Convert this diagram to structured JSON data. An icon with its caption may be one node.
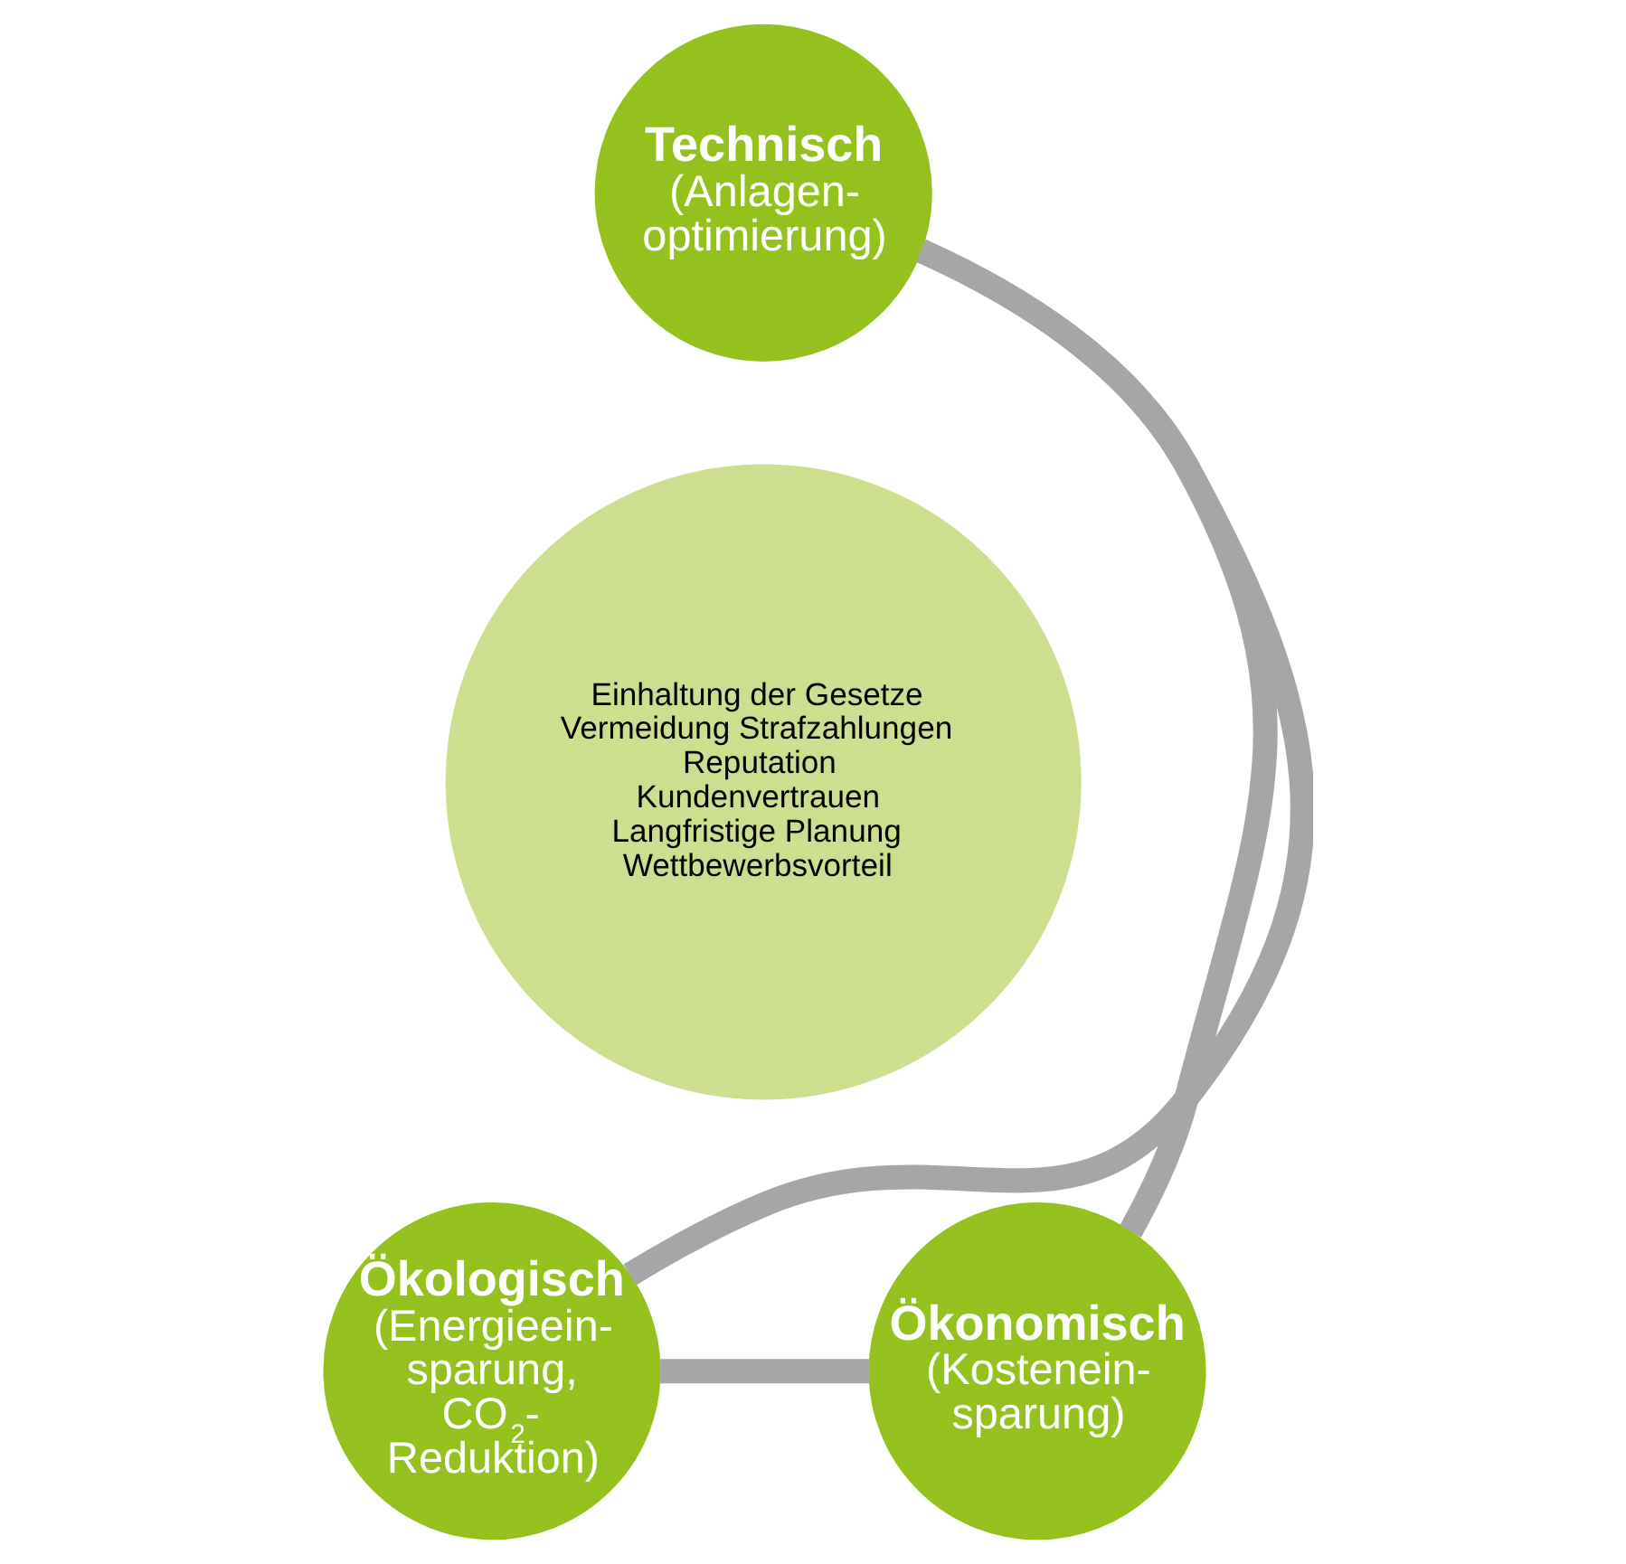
{
  "diagram": {
    "nodes": [
      {
        "text": [
          "Technisch",
          "(Anlagen- optimierung)"
        ]
      },
      {
        "text": [
          "Einhaltung der Gesetze",
          "Vermeidung Strafzahlungen",
          "Reputation",
          "Kundenvertrauen",
          "Langfristige Planung",
          "Wettbewerbsvorteil"
        ]
      },
      {
        "text": [
          "Ökologisch",
          "(Energieein- sparung, CO$_{2}$- Reduktion)"
        ]
      },
      {
        "text": [
          "Ökonomisch",
          "(Kostenein- sparung)"
        ]
      }
    ],
    "edges": [
      {
        "from": 0,
        "to": 3,
        "arrow": "none"
      },
      {
        "from": 3,
        "to": 2,
        "arrow": "none"
      },
      {
        "from": 2,
        "to": 0,
        "arrow": "none"
      }
    ]
  }
}
